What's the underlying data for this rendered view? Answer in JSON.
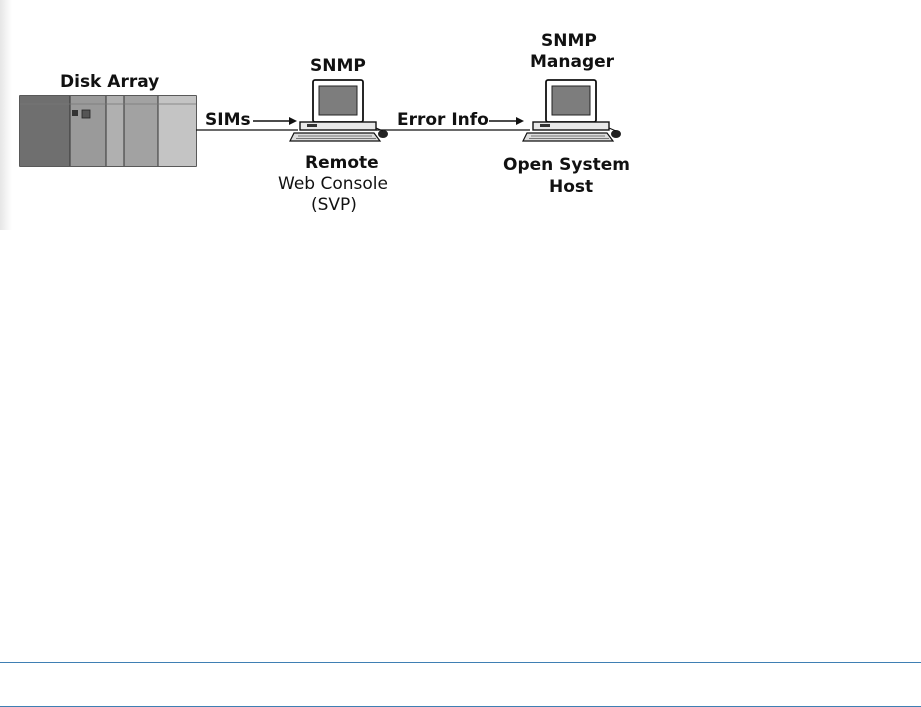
{
  "diagram": {
    "disk_array_label": "Disk Array",
    "sims_label": "SIMs",
    "snmp_label": "SNMP",
    "error_info_label": "Error Info",
    "snmp_manager_line1": "SNMP",
    "snmp_manager_line2": "Manager",
    "remote_line1": "Remote",
    "remote_line2": "Web Console",
    "remote_line3": "(SVP)",
    "open_host_line1": "Open System",
    "open_host_line2": "Host"
  },
  "colors": {
    "rule": "#3f7fb3",
    "ink": "#111111"
  }
}
